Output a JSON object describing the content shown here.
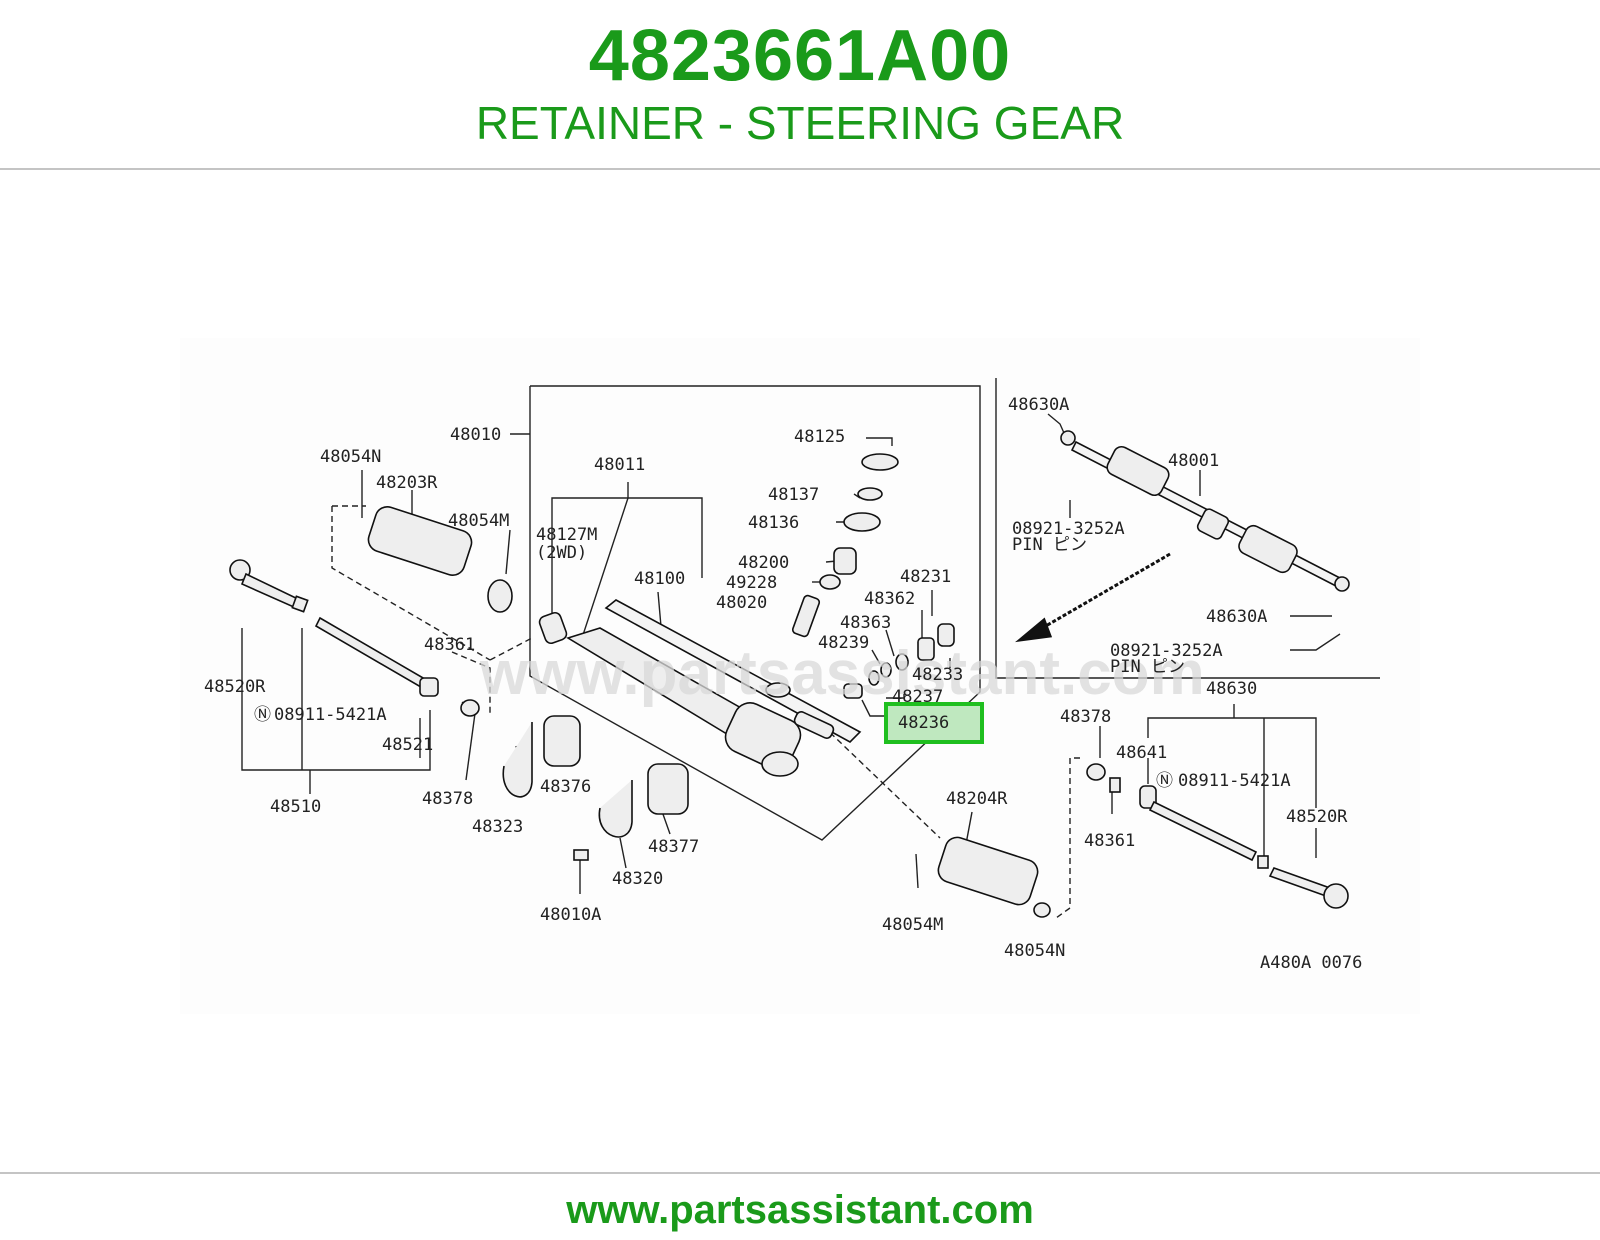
{
  "header": {
    "part_number": "4823661A00",
    "description": "RETAINER - STEERING GEAR"
  },
  "footer": {
    "url": "www.partsassistant.com"
  },
  "diagram": {
    "watermark": "www.partsassistant.com",
    "code": "A480A 0076",
    "highlight_color": "#1fbf1f",
    "highlighted_part": "48236",
    "labels": {
      "l48010": "48010",
      "l48011": "48011",
      "l48100": "48100",
      "l48125": "48125",
      "l48137": "48137",
      "l48136": "48136",
      "l48200": "48200",
      "l49228": "49228",
      "l48020": "48020",
      "l48231": "48231",
      "l48362": "48362",
      "l48363": "48363",
      "l48239": "48239",
      "l48233": "48233",
      "l48237": "48237",
      "l48236": "48236",
      "l48127m": "48127M",
      "l2wd": "(2WD)",
      "l48054n_a": "48054N",
      "l48203r": "48203R",
      "l48054m_a": "48054M",
      "l48520r_a": "48520R",
      "l08911_a": "08911-5421A",
      "l48361_a": "48361",
      "l48521": "48521",
      "l48378_a": "48378",
      "l48510": "48510",
      "l48376": "48376",
      "l48323": "48323",
      "l48377": "48377",
      "l48320": "48320",
      "l48010a": "48010A",
      "l48204r": "48204R",
      "l48054m_b": "48054M",
      "l48054n_b": "48054N",
      "l48378_b": "48378",
      "l48641": "48641",
      "l08911_b": "08911-5421A",
      "l48630": "48630",
      "l48520r_b": "48520R",
      "l48361_b": "48361",
      "l48630a_a": "48630A",
      "l48001": "48001",
      "l08921_a": "08921-3252A",
      "lpin_a": "PIN ピン",
      "l48630a_b": "48630A",
      "l08921_b": "08921-3252A",
      "lpin_b": "PIN ピン"
    }
  }
}
